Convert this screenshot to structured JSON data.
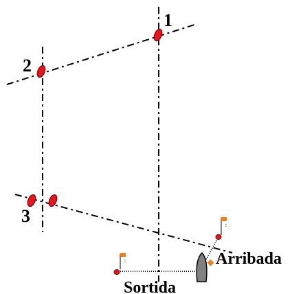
{
  "marks": [
    {
      "id": "1",
      "label": "1"
    },
    {
      "id": "2",
      "label": "2"
    },
    {
      "id": "3",
      "label": "3"
    }
  ],
  "start_label": "Sortida",
  "finish_label": "Arribada",
  "colors": {
    "buoy_fill": "#e8151c",
    "buoy_stroke": "#7a0000",
    "flag": "#f07e1a",
    "boat_hull": "#808080",
    "line": "#000000",
    "finish_marker": "#f07e1a"
  }
}
